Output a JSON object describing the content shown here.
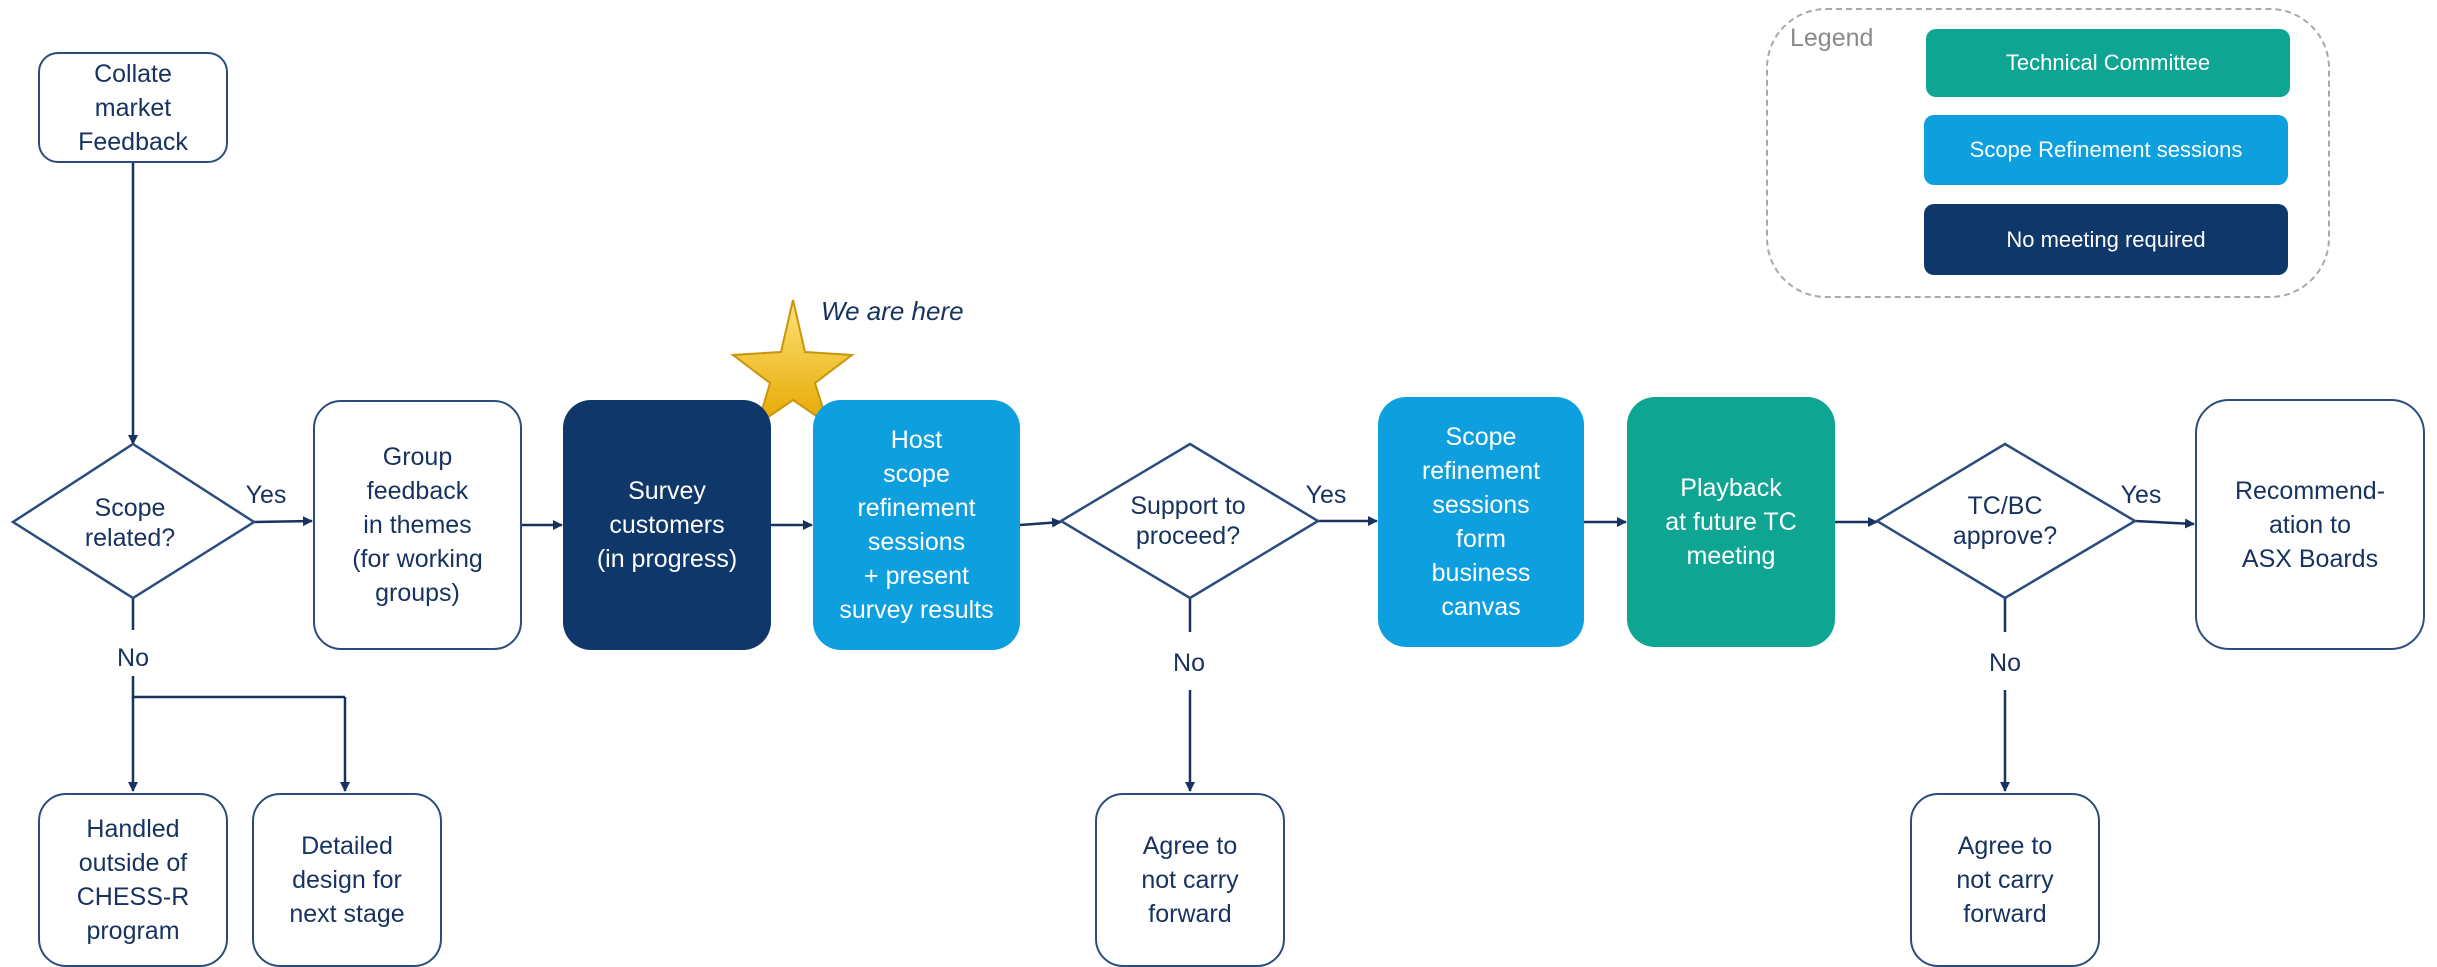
{
  "colors": {
    "navy": "#0f3769",
    "sky": "#0e9fde",
    "teal": "#0ea593",
    "outline": "#2b4d7e",
    "text": "#17325f",
    "star": "#f4c21b"
  },
  "legend": {
    "title": "Legend",
    "items": [
      {
        "label": "Technical Committee",
        "color": "#0ea593"
      },
      {
        "label": "Scope Refinement sessions",
        "color": "#0e9fde"
      },
      {
        "label": "No meeting required",
        "color": "#0f3769"
      }
    ]
  },
  "marker": {
    "icon": "star-icon",
    "label": "We are here"
  },
  "nodes": {
    "collate": "Collate\nmarket\nFeedback",
    "scope_related": "Scope\nrelated?",
    "group_feedback": "Group\nfeedback\nin themes\n(for working\ngroups)",
    "survey": "Survey\ncustomers\n(in progress)",
    "host_scope": "Host\nscope\nrefinement\nsessions\n+ present\nsurvey results",
    "support": "Support to\nproceed?",
    "scope_canvas": "Scope\nrefinement\nsessions\nform\nbusiness\ncanvas",
    "playback": "Playback\nat future TC\nmeeting",
    "tcbc": "TC/BC\napprove?",
    "recommend": "Recommend-\nation to\nASX Boards",
    "handled_outside": "Handled\noutside of\nCHESS-R\nprogram",
    "detailed_design": "Detailed\ndesign for\nnext stage",
    "agree_1": "Agree to\nnot carry\nforward",
    "agree_2": "Agree to\nnot carry\nforward"
  },
  "edge_labels": {
    "yes_1": "Yes",
    "no_1": "No",
    "yes_2": "Yes",
    "no_2": "No",
    "yes_3": "Yes",
    "no_3": "No"
  }
}
